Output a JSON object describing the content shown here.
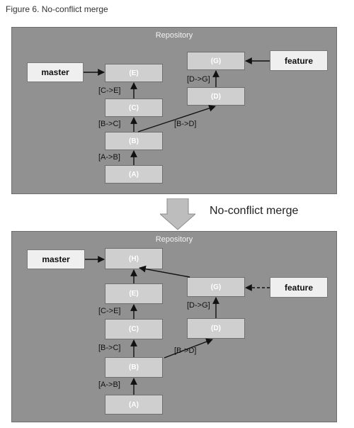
{
  "caption": "Figure 6. No-conflict merge",
  "merge_label": "No-conflict merge",
  "colors": {
    "repository_background": "#919191",
    "commit_fill": "#cfcfcf",
    "branch_fill": "#efefef",
    "merge_arrow_fill": "#bdbdbd"
  },
  "before": {
    "title": "Repository",
    "branches": {
      "master": "master",
      "feature": "feature"
    },
    "commits": {
      "E": "(E)",
      "C": "(C)",
      "B": "(B)",
      "A": "(A)",
      "G": "(G)",
      "D": "(D)"
    },
    "edges": {
      "ce": "[C->E]",
      "bc": "[B->C]",
      "ab": "[A->B]",
      "bd": "[B->D]",
      "dg": "[D->G]"
    }
  },
  "after": {
    "title": "Repository",
    "branches": {
      "master": "master",
      "feature": "feature"
    },
    "commits": {
      "H": "(H)",
      "E": "(E)",
      "C": "(C)",
      "B": "(B)",
      "A": "(A)",
      "G": "(G)",
      "D": "(D)"
    },
    "edges": {
      "ce": "[C->E]",
      "bc": "[B->C]",
      "ab": "[A->B]",
      "bd": "[B->D]",
      "dg": "[D->G]"
    }
  }
}
